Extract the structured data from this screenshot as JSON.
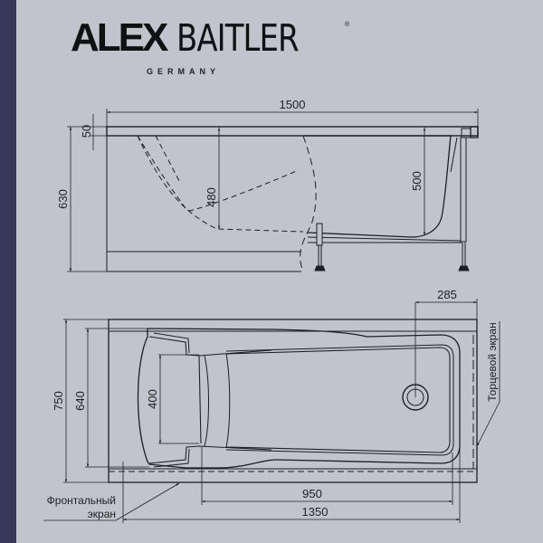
{
  "brand": {
    "name_bold": "ALEX",
    "name_light": "BAITLER",
    "registered": "®",
    "subtitle": "GERMANY"
  },
  "colors": {
    "background": "#c3c3cd",
    "side_strip": "#37375a",
    "line": "#1e1e28"
  },
  "side_view": {
    "dimensions": {
      "length": "1500",
      "rim_thickness": "50",
      "total_height": "630",
      "headrest_depth": "480",
      "inner_depth": "500"
    }
  },
  "top_view": {
    "dimensions": {
      "drain_offset": "285",
      "outer_width": "750",
      "inner_width": "640",
      "headrest_width": "400",
      "bottom_length": "950",
      "inner_length": "1350"
    },
    "labels": {
      "front_panel_line1": "Фронтальный",
      "front_panel_line2": "экран",
      "end_panel": "Торцевой экран"
    }
  }
}
